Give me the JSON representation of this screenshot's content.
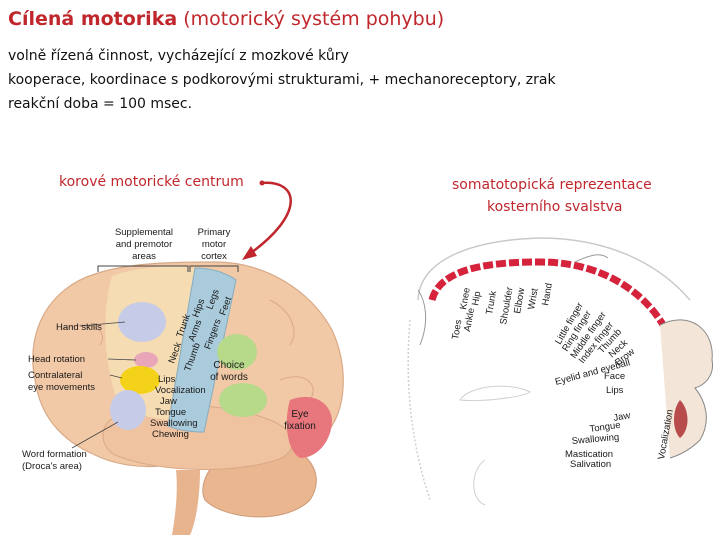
{
  "title": {
    "bold": "Cílená motorika",
    "rest": " (motorický systém pohybu)"
  },
  "lines": [
    "volně řízená činnost, vycházející z mozkové kůry",
    "kooperace, koordinace s podkorovými strukturami, + mechanoreceptory, zrak",
    "reakční doba = 100 msec."
  ],
  "caption_left": "korové motorické centrum",
  "caption_right": [
    "somatotopická reprezentace",
    "kosterního svalstva"
  ],
  "brain_labels": {
    "supplemental": [
      "Supplemental",
      "and premotor",
      "areas"
    ],
    "primary": [
      "Primary",
      "motor",
      "cortex"
    ],
    "hand_skills": "Hand skills",
    "head_rotation": "Head rotation",
    "contralateral": [
      "Contralateral",
      "eye movements"
    ],
    "word_formation": [
      "Word formation",
      "(Droca's area)"
    ],
    "choice": [
      "Choice",
      "of words"
    ],
    "eye_fixation": [
      "Eye",
      "fixation"
    ],
    "strip_upper": [
      "Hips",
      "Legs",
      "Feet",
      "Trunk",
      "Arms",
      "Fingers",
      "Neck",
      "Thumb"
    ],
    "strip_lower": [
      "Lips",
      "Vocalization",
      "Jaw",
      "Tongue",
      "Swallowing",
      "Chewing"
    ]
  },
  "homunculus_labels": {
    "top": [
      "Toes",
      "Ankle",
      "Knee",
      "Hip",
      "Trunk",
      "Shoulder",
      "Elbow",
      "Wrist",
      "Hand"
    ],
    "fingers": [
      "Little finger",
      "Ring finger",
      "Middle finger",
      "Index finger",
      "Thumb",
      "Neck",
      "Brow"
    ],
    "face": [
      "Eyelid and eyeball",
      "Face",
      "Lips"
    ],
    "lower": [
      "Jaw",
      "Tongue",
      "Swallowing",
      "Mastication",
      "Salivation"
    ],
    "vocalization": "Vocalization"
  },
  "colors": {
    "accent_red": "#c0272d",
    "brain_skin": "#f2c9a6",
    "motor_strip": "#a9cbdc",
    "premotor": "#f5dcb3",
    "yellow": "#f4d21a",
    "pink": "#e8a6b8",
    "green": "#b6d98a",
    "lavender": "#c6cbe8",
    "eye_red": "#e8777d"
  }
}
